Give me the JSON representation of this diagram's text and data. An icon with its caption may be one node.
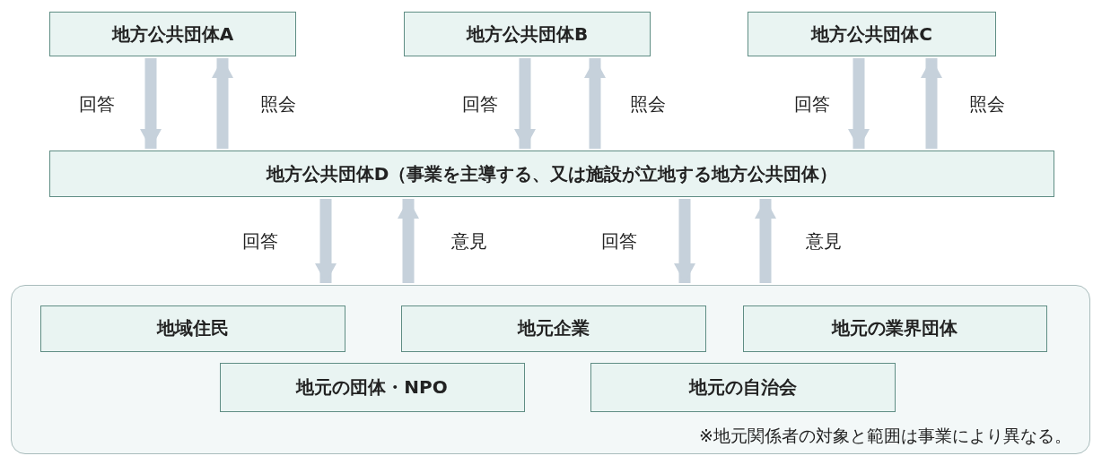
{
  "diagram": {
    "nodes": [
      {
        "text": [
          "地方公共団体A"
        ]
      },
      {
        "text": [
          "地方公共団体B"
        ]
      },
      {
        "text": [
          "地方公共団体C"
        ]
      },
      {
        "text": [
          "地方公共団体D（事業を主導する、又は施設が立地する地方公共団体）"
        ]
      },
      {
        "text": [
          "※地元関係者の対象と範囲は事業により異なる。"
        ]
      },
      {
        "text": [
          "地域住民"
        ],
        "in": 4
      },
      {
        "text": [
          "地元企業"
        ],
        "in": 4
      },
      {
        "text": [
          "地元の業界団体"
        ],
        "in": 4
      },
      {
        "text": [
          "地元の団体・NPO"
        ],
        "in": 4
      },
      {
        "text": [
          "地元の自治会"
        ],
        "in": 4
      }
    ],
    "edges": [
      {
        "from": 0,
        "to": 3,
        "arrow": "to",
        "label": "回答"
      },
      {
        "from": 3,
        "to": 0,
        "arrow": "to",
        "label": "照会"
      },
      {
        "from": 1,
        "to": 3,
        "arrow": "to",
        "label": "回答"
      },
      {
        "from": 3,
        "to": 1,
        "arrow": "to",
        "label": "照会"
      },
      {
        "from": 2,
        "to": 3,
        "arrow": "to",
        "label": "回答"
      },
      {
        "from": 3,
        "to": 2,
        "arrow": "to",
        "label": "照会"
      },
      {
        "from": 3,
        "to": 4,
        "arrow": "to",
        "label": "回答"
      },
      {
        "from": 4,
        "to": 3,
        "arrow": "to",
        "label": "意見"
      },
      {
        "from": 3,
        "to": 4,
        "arrow": "to",
        "label": "回答"
      },
      {
        "from": 4,
        "to": 3,
        "arrow": "to",
        "label": "意見"
      }
    ]
  }
}
